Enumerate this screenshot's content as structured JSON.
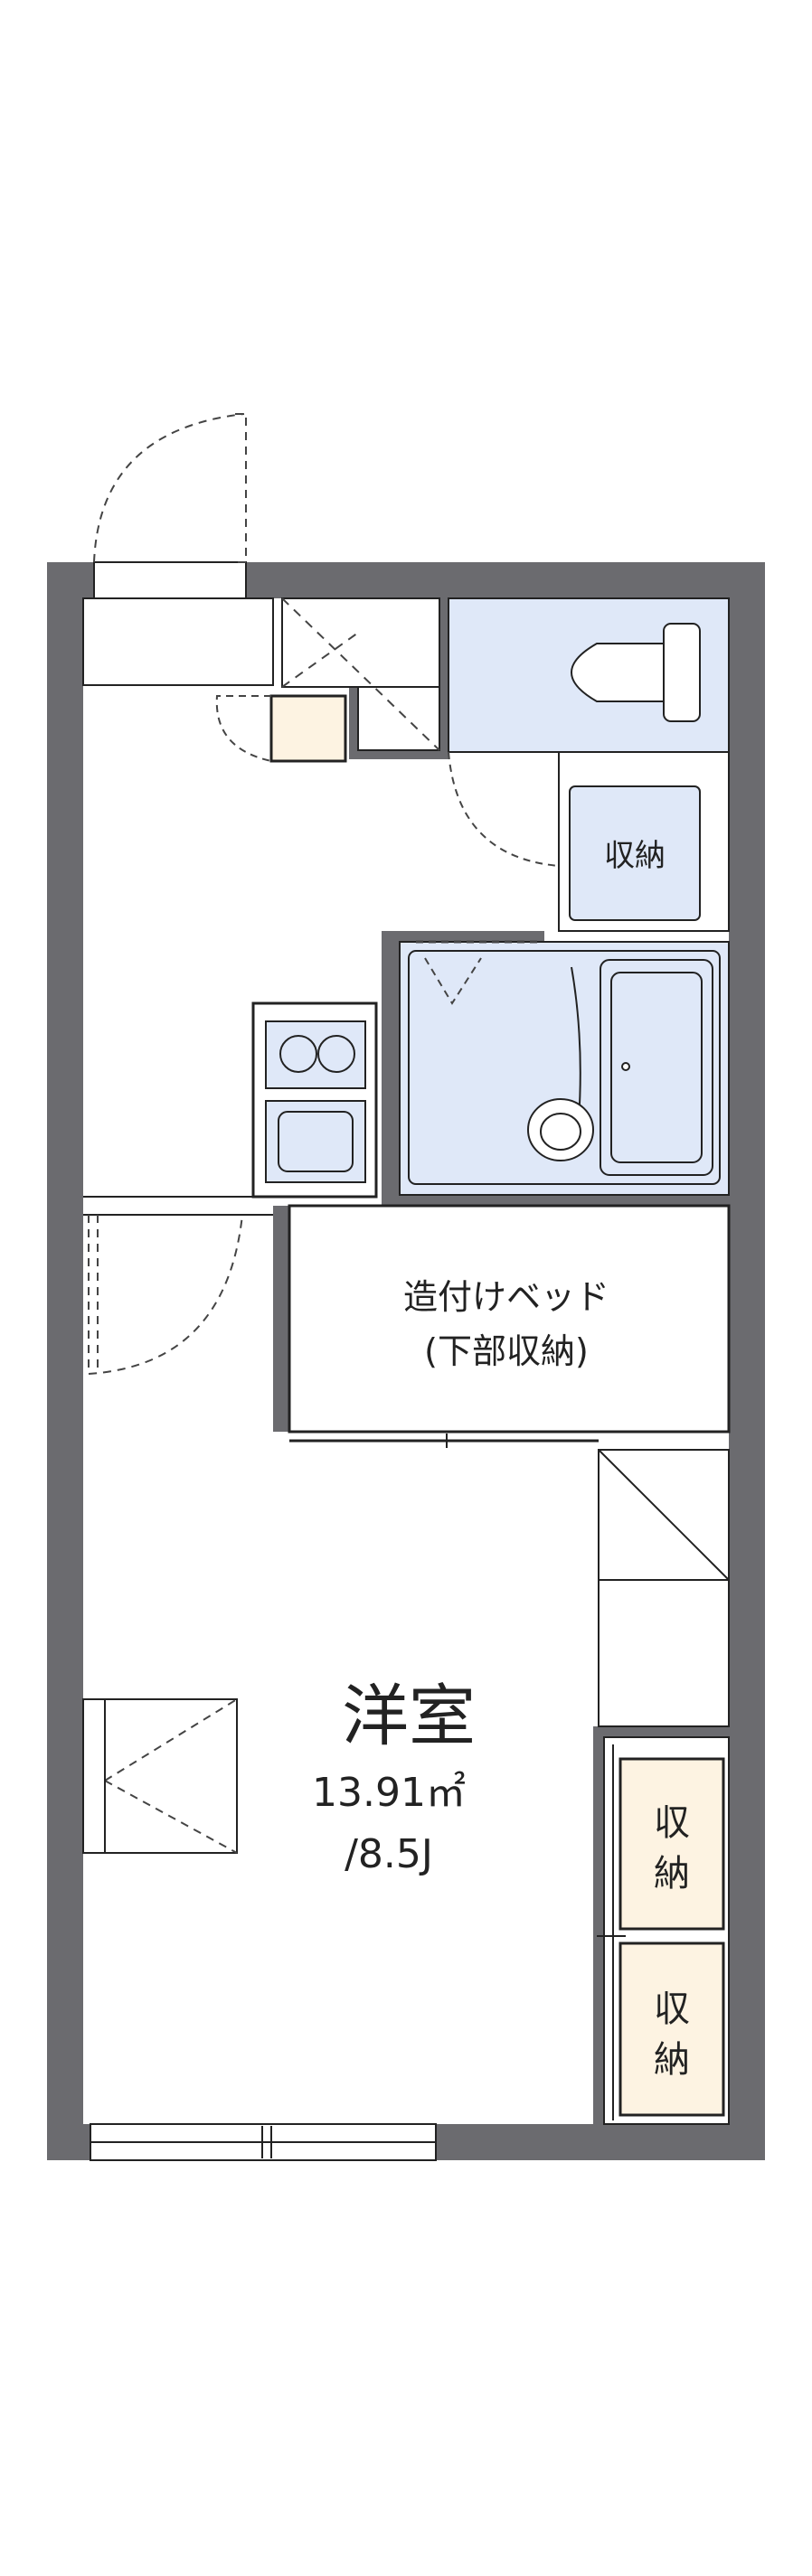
{
  "rooms": {
    "main": {
      "name": "洋室",
      "area": "13.91㎡",
      "tatami": "/8.5J"
    },
    "closet_upper": "収納",
    "bed": {
      "line1": "造付けベッド",
      "line2": "(下部収納)"
    },
    "closet_lower_1": {
      "char1": "収",
      "char2": "納"
    },
    "closet_lower_2": {
      "char1": "収",
      "char2": "納"
    }
  },
  "colors": {
    "wall": "#6b6b6f",
    "wet_area": "#dfe8f8",
    "closet_fill": "#fdf3e2",
    "line": "#222222",
    "dash": "#444444"
  }
}
